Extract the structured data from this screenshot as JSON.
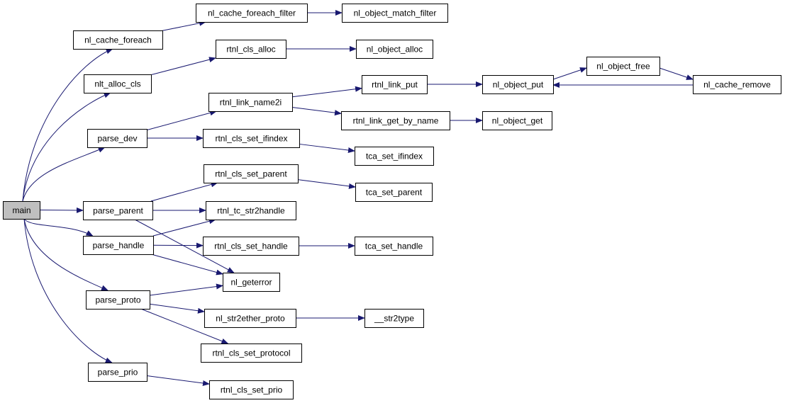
{
  "diagram": {
    "type": "call-graph",
    "edge_color": "#191970",
    "root_fill": "#bfbfbf",
    "nodes": [
      {
        "id": "main",
        "label": "main",
        "root": true
      },
      {
        "id": "nl_cache_foreach",
        "label": "nl_cache_foreach"
      },
      {
        "id": "nlt_alloc_cls",
        "label": "nlt_alloc_cls"
      },
      {
        "id": "parse_dev",
        "label": "parse_dev"
      },
      {
        "id": "parse_parent",
        "label": "parse_parent"
      },
      {
        "id": "parse_handle",
        "label": "parse_handle"
      },
      {
        "id": "parse_proto",
        "label": "parse_proto"
      },
      {
        "id": "parse_prio",
        "label": "parse_prio"
      },
      {
        "id": "nl_cache_foreach_filter",
        "label": "nl_cache_foreach_filter"
      },
      {
        "id": "rtnl_cls_alloc",
        "label": "rtnl_cls_alloc"
      },
      {
        "id": "rtnl_link_name2i",
        "label": "rtnl_link_name2i"
      },
      {
        "id": "rtnl_cls_set_ifindex",
        "label": "rtnl_cls_set_ifindex"
      },
      {
        "id": "rtnl_cls_set_parent",
        "label": "rtnl_cls_set_parent"
      },
      {
        "id": "rtnl_tc_str2handle",
        "label": "rtnl_tc_str2handle"
      },
      {
        "id": "rtnl_cls_set_handle",
        "label": "rtnl_cls_set_handle"
      },
      {
        "id": "nl_geterror",
        "label": "nl_geterror"
      },
      {
        "id": "nl_str2ether_proto",
        "label": "nl_str2ether_proto"
      },
      {
        "id": "rtnl_cls_set_protocol",
        "label": "rtnl_cls_set_protocol"
      },
      {
        "id": "rtnl_cls_set_prio",
        "label": "rtnl_cls_set_prio"
      },
      {
        "id": "nl_object_match_filter",
        "label": "nl_object_match_filter"
      },
      {
        "id": "nl_object_alloc",
        "label": "nl_object_alloc"
      },
      {
        "id": "rtnl_link_put",
        "label": "rtnl_link_put"
      },
      {
        "id": "rtnl_link_get_by_name",
        "label": "rtnl_link_get_by_name"
      },
      {
        "id": "tca_set_ifindex",
        "label": "tca_set_ifindex"
      },
      {
        "id": "tca_set_parent",
        "label": "tca_set_parent"
      },
      {
        "id": "tca_set_handle",
        "label": "tca_set_handle"
      },
      {
        "id": "__str2type",
        "label": "__str2type"
      },
      {
        "id": "nl_object_put",
        "label": "nl_object_put"
      },
      {
        "id": "nl_object_get",
        "label": "nl_object_get"
      },
      {
        "id": "nl_object_free",
        "label": "nl_object_free"
      },
      {
        "id": "nl_cache_remove",
        "label": "nl_cache_remove"
      }
    ],
    "edges": [
      {
        "from": "main",
        "to": "nl_cache_foreach"
      },
      {
        "from": "main",
        "to": "nlt_alloc_cls"
      },
      {
        "from": "main",
        "to": "parse_dev"
      },
      {
        "from": "main",
        "to": "parse_parent"
      },
      {
        "from": "main",
        "to": "parse_handle"
      },
      {
        "from": "main",
        "to": "parse_proto"
      },
      {
        "from": "main",
        "to": "parse_prio"
      },
      {
        "from": "nl_cache_foreach",
        "to": "nl_cache_foreach_filter"
      },
      {
        "from": "nl_cache_foreach_filter",
        "to": "nl_object_match_filter"
      },
      {
        "from": "nlt_alloc_cls",
        "to": "rtnl_cls_alloc"
      },
      {
        "from": "rtnl_cls_alloc",
        "to": "nl_object_alloc"
      },
      {
        "from": "parse_dev",
        "to": "rtnl_link_name2i"
      },
      {
        "from": "parse_dev",
        "to": "rtnl_cls_set_ifindex"
      },
      {
        "from": "rtnl_link_name2i",
        "to": "rtnl_link_put"
      },
      {
        "from": "rtnl_link_name2i",
        "to": "rtnl_link_get_by_name"
      },
      {
        "from": "rtnl_link_put",
        "to": "nl_object_put"
      },
      {
        "from": "rtnl_link_get_by_name",
        "to": "nl_object_get"
      },
      {
        "from": "nl_object_put",
        "to": "nl_object_free"
      },
      {
        "from": "nl_object_free",
        "to": "nl_cache_remove"
      },
      {
        "from": "nl_cache_remove",
        "to": "nl_object_put"
      },
      {
        "from": "rtnl_cls_set_ifindex",
        "to": "tca_set_ifindex"
      },
      {
        "from": "parse_parent",
        "to": "rtnl_cls_set_parent"
      },
      {
        "from": "parse_parent",
        "to": "rtnl_tc_str2handle"
      },
      {
        "from": "parse_parent",
        "to": "nl_geterror"
      },
      {
        "from": "rtnl_cls_set_parent",
        "to": "tca_set_parent"
      },
      {
        "from": "parse_handle",
        "to": "rtnl_tc_str2handle"
      },
      {
        "from": "parse_handle",
        "to": "rtnl_cls_set_handle"
      },
      {
        "from": "parse_handle",
        "to": "nl_geterror"
      },
      {
        "from": "rtnl_cls_set_handle",
        "to": "tca_set_handle"
      },
      {
        "from": "parse_proto",
        "to": "nl_geterror"
      },
      {
        "from": "parse_proto",
        "to": "nl_str2ether_proto"
      },
      {
        "from": "parse_proto",
        "to": "rtnl_cls_set_protocol"
      },
      {
        "from": "nl_str2ether_proto",
        "to": "__str2type"
      },
      {
        "from": "parse_prio",
        "to": "rtnl_cls_set_prio"
      }
    ]
  }
}
